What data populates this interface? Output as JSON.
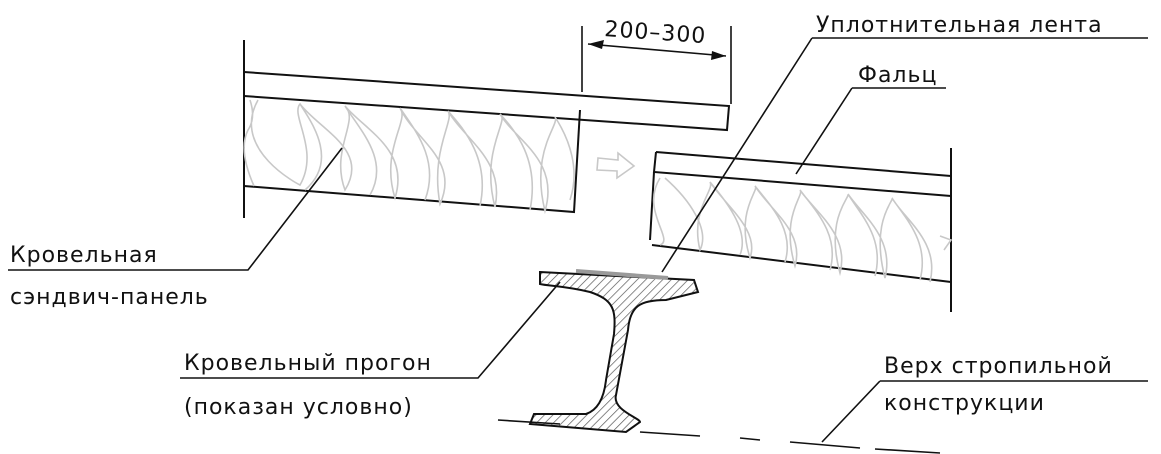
{
  "labels": {
    "dimension": "200–300",
    "sealing_tape": "Уплотнительная лента",
    "fold": "Фальц",
    "panel_line1": "Кровельная",
    "panel_line2": "сэндвич-панель",
    "purlin_line1": "Кровельный прогон",
    "purlin_line2": "(показан условно)",
    "rafter_line1": "Верх стропильной",
    "rafter_line2": "конструкции"
  },
  "colors": {
    "ink": "#111111",
    "insulation": "#c8c8c8",
    "tape": "#9a9a9a",
    "hatch": "#555555"
  }
}
